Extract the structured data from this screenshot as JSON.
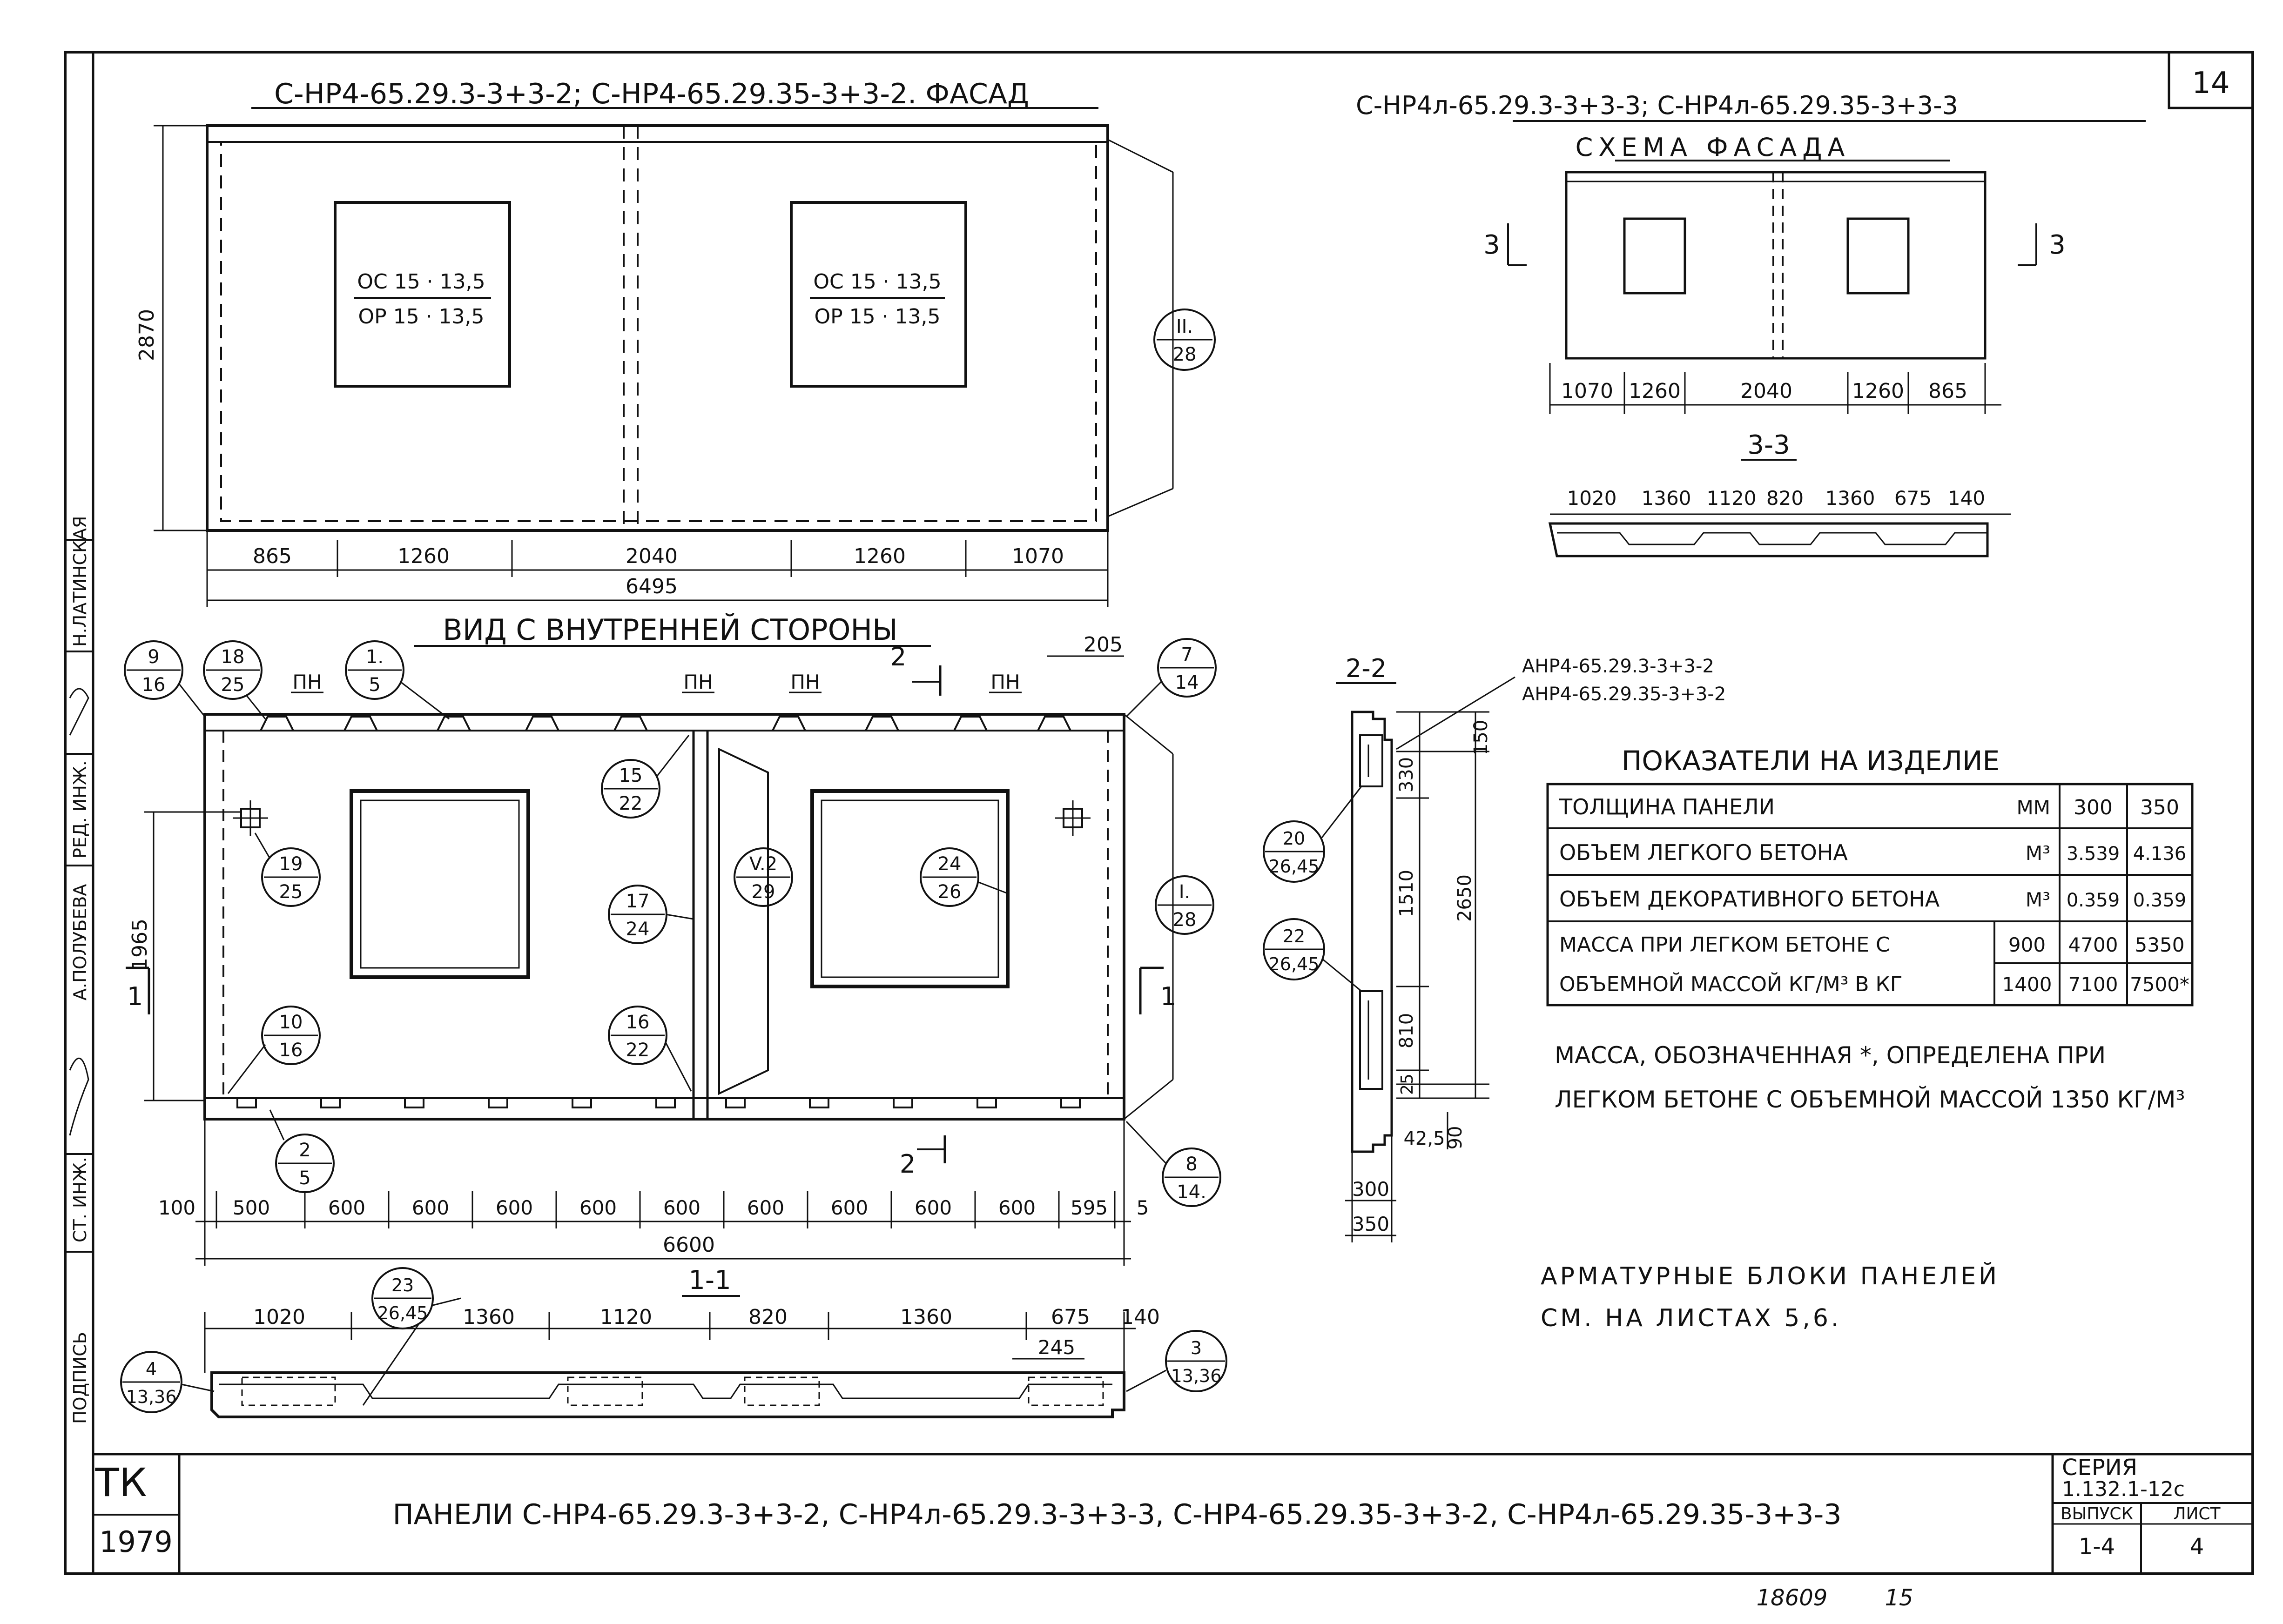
{
  "sheet_number": "14",
  "facade_main": {
    "title": "С-НР4-65.29.3-3+3-2; С-НР4-65.29.35-3+3-2. ФАСАД",
    "height_dim": "2870",
    "window_left": {
      "line1": "ОС 15 · 13,5",
      "line2": "ОР 15 · 13,5"
    },
    "window_right": {
      "line1": "ОС 15 · 13,5",
      "line2": "ОР 15 · 13,5"
    },
    "ref": {
      "top": "II.",
      "bottom": "28"
    },
    "dims_bottom": [
      "865",
      "1260",
      "2040",
      "1260",
      "1070"
    ],
    "total": "6495"
  },
  "facade_scheme": {
    "title": "С-НР4л-65.29.3-3+3-3; С-НР4л-65.29.35-3+3-3",
    "subtitle": "СХЕМА ФАСАДА",
    "dims": [
      "1070",
      "1260",
      "2040",
      "1260",
      "865"
    ],
    "cut_label": "3",
    "section_title": "3-3",
    "section_dims": [
      "1020",
      "1360",
      "1120",
      "820",
      "1360",
      "675",
      "140"
    ]
  },
  "inner_view": {
    "title": "ВИД С ВНУТРЕННЕЙ СТОРОНЫ",
    "pn_label": "ПН",
    "dim_205": "205",
    "cut2_label": "2",
    "cut1_label": "1",
    "height_dim": "1965",
    "refs": [
      {
        "top": "9",
        "bottom": "16"
      },
      {
        "top": "18",
        "bottom": "25"
      },
      {
        "top": "1.",
        "bottom": "5"
      },
      {
        "top": "7",
        "bottom": "14"
      },
      {
        "top": "15",
        "bottom": "22"
      },
      {
        "top": "19",
        "bottom": "25"
      },
      {
        "top": "17",
        "bottom": "24"
      },
      {
        "top": "V.2",
        "bottom": "29"
      },
      {
        "top": "24",
        "bottom": "26"
      },
      {
        "top": "I.",
        "bottom": "28"
      },
      {
        "top": "10",
        "bottom": "16"
      },
      {
        "top": "16",
        "bottom": "22"
      },
      {
        "top": "2",
        "bottom": "5"
      },
      {
        "top": "8",
        "bottom": "14."
      }
    ],
    "dims_bottom": [
      "100",
      "500",
      "600",
      "600",
      "600",
      "600",
      "600",
      "600",
      "600",
      "600",
      "600",
      "595",
      "5"
    ],
    "total": "6600"
  },
  "section_1_1": {
    "title": "1-1",
    "dims": [
      "1020",
      "1360",
      "1120",
      "820",
      "1360",
      "675",
      "140"
    ],
    "dim_245": "245",
    "refs": [
      {
        "top": "23",
        "bottom": "26,45"
      },
      {
        "top": "4",
        "bottom": "13,36"
      },
      {
        "top": "3",
        "bottom": "13,36"
      }
    ]
  },
  "section_2_2": {
    "title": "2-2",
    "label_line1": "АНР4-65.29.3-3+3-2",
    "label_line2": "АНР4-65.29.35-3+3-2",
    "dims_right": [
      "150",
      "330",
      "2650",
      "1510",
      "810",
      "25",
      "90"
    ],
    "dim_42_5": "42,5",
    "dims_bottom": [
      "300",
      "350"
    ],
    "refs": [
      {
        "top": "20",
        "bottom": "26,45"
      },
      {
        "top": "22",
        "bottom": "26,45"
      }
    ]
  },
  "indicators": {
    "title": "ПОКАЗАТЕЛИ НА ИЗДЕЛИЕ",
    "rows": [
      {
        "name": "ТОЛЩИНА ПАНЕЛИ",
        "unit": "ММ",
        "v1": "300",
        "v2": "350"
      },
      {
        "name": "ОБЪЕМ ЛЕГКОГО БЕТОНА",
        "unit": "М³",
        "v1": "3.539",
        "v2": "4.136"
      },
      {
        "name": "ОБЪЕМ ДЕКОРАТИВНОГО БЕТОНА",
        "unit": "М³",
        "v1": "0.359",
        "v2": "0.359"
      }
    ],
    "mass_line1": "МАССА ПРИ ЛЕГКОМ БЕТОНЕ С",
    "mass_line2": "ОБЪЕМНОЙ МАССОЙ КГ/М³ В КГ",
    "mass_rows": [
      {
        "density": "900",
        "v1": "4700",
        "v2": "5350"
      },
      {
        "density": "1400",
        "v1": "7100",
        "v2": "7500*"
      }
    ]
  },
  "notes": {
    "mass_line1": "МАССА, ОБОЗНАЧЕННАЯ *, ОПРЕДЕЛЕНА ПРИ",
    "mass_line2": "ЛЕГКОМ БЕТОНЕ С ОБЪЕМНОЙ МАССОЙ 1350 КГ/М³",
    "blocks_line1": "АРМАТУРНЫЕ БЛОКИ ПАНЕЛЕЙ",
    "blocks_line2": "СМ. НА ЛИСТАХ 5,6."
  },
  "title_block": {
    "tk": "ТК",
    "year": "1979",
    "title": "ПАНЕЛИ  С-НР4-65.29.3-3+3-2, С-НР4л-65.29.3-3+3-3, С-НР4-65.29.35-3+3-2, С-НР4л-65.29.35-3+3-3",
    "series_label": "СЕРИЯ",
    "series_value": "1.132.1-12с",
    "issue_label": "ВЫПУСК",
    "issue_value": "1-4",
    "sheet_label": "ЛИСТ",
    "sheet_value": "4"
  },
  "side_stamp": {
    "n_latinskaya": "Н.ЛАТИНСКАЯ",
    "red_inzh": "РЕД. ИНЖ.",
    "a_polubeva": "А.ПОЛУБЕВА",
    "st_inzh": "СТ. ИНЖ.",
    "podpis": "ПОДПИСЬ"
  },
  "footer_note": {
    "left": "18609",
    "right": "15"
  }
}
